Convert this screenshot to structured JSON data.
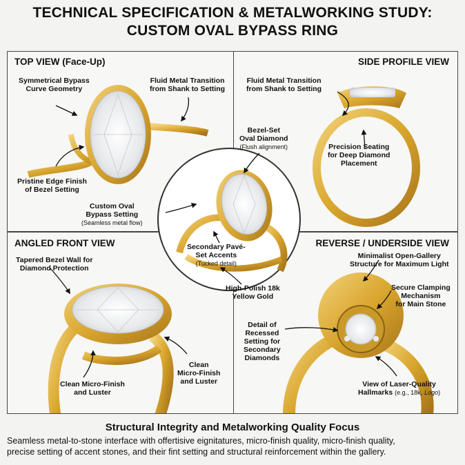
{
  "title": {
    "line1": "TECHNICAL SPECIFICATION & METALWORKING STUDY:",
    "line2": "CUSTOM OVAL BYPASS RING"
  },
  "panels": {
    "top_view": {
      "title": "TOP VIEW (Face-Up)",
      "labels": {
        "symmetrical": [
          "Symmetrical Bypass",
          "Curve Geometry"
        ],
        "fluid": [
          "Fluid Metal Transition",
          "from Shank to Setting"
        ],
        "pristine": [
          "Pristine Edge Finish",
          "of Bezel Setting"
        ]
      }
    },
    "side_view": {
      "title": "SIDE PROFILE VIEW",
      "labels": {
        "fluid": [
          "Fluid Metal Transition",
          "from Shank to Setting"
        ],
        "precision": [
          "Precision Seating",
          "for Deep Diamond",
          "Placement"
        ]
      }
    },
    "angled_view": {
      "title": "ANGLED FRONT VIEW",
      "labels": {
        "tapered": [
          "Tapered Bezel Wall for",
          "Diamond Protection"
        ],
        "clean_left": [
          "Clean Micro-Finish",
          "and Luster"
        ],
        "clean_right": [
          "Clean",
          "Micro-Finish",
          "and Luster"
        ]
      }
    },
    "reverse_view": {
      "title": "REVERSE / UNDERSIDE VIEW",
      "labels": {
        "minimalist": [
          "Minimalist Open-Gallery",
          "Structure for Maximum Light"
        ],
        "clamping": [
          "Secure Clamping",
          "Mechanism",
          "for Main Stone"
        ],
        "recessed": [
          "Detail of",
          "Recessed",
          "Setting for",
          "Secondary",
          "Diamonds"
        ],
        "hallmarks": [
          "View of Laser-Quality",
          "Hallmarks",
          "(e.g., 18k,",
          "Logo",
          ")"
        ]
      }
    }
  },
  "center": {
    "bezel": [
      "Bezel-Set",
      "Oval Diamond"
    ],
    "bezel_sub": "(Flush alignment)",
    "custom": [
      "Custom Oval",
      "Bypass Setting"
    ],
    "custom_sub": "(Seamless metal flow)",
    "pave": [
      "Secondary Pavé-",
      "Set Accents"
    ],
    "pave_sub": "(Tucked detail)",
    "polish": [
      "High-Polish 18k",
      "Yellow Gold"
    ]
  },
  "footer": {
    "heading": "Structural Integrity and Metalworking Quality Focus",
    "line1": "Seamless metal-to-stone interface with offertisive eignitatures, micro-finish quality,  micro-finish quality,",
    "line2": "precise setting of accent stones, and their fint setting and structural reinforcement within the gallery."
  },
  "colors": {
    "gold": "#d9a62e",
    "gold_dark": "#a8761a",
    "gold_light": "#f2d27a",
    "diamond": "#e9ecef",
    "border": "#444444"
  }
}
